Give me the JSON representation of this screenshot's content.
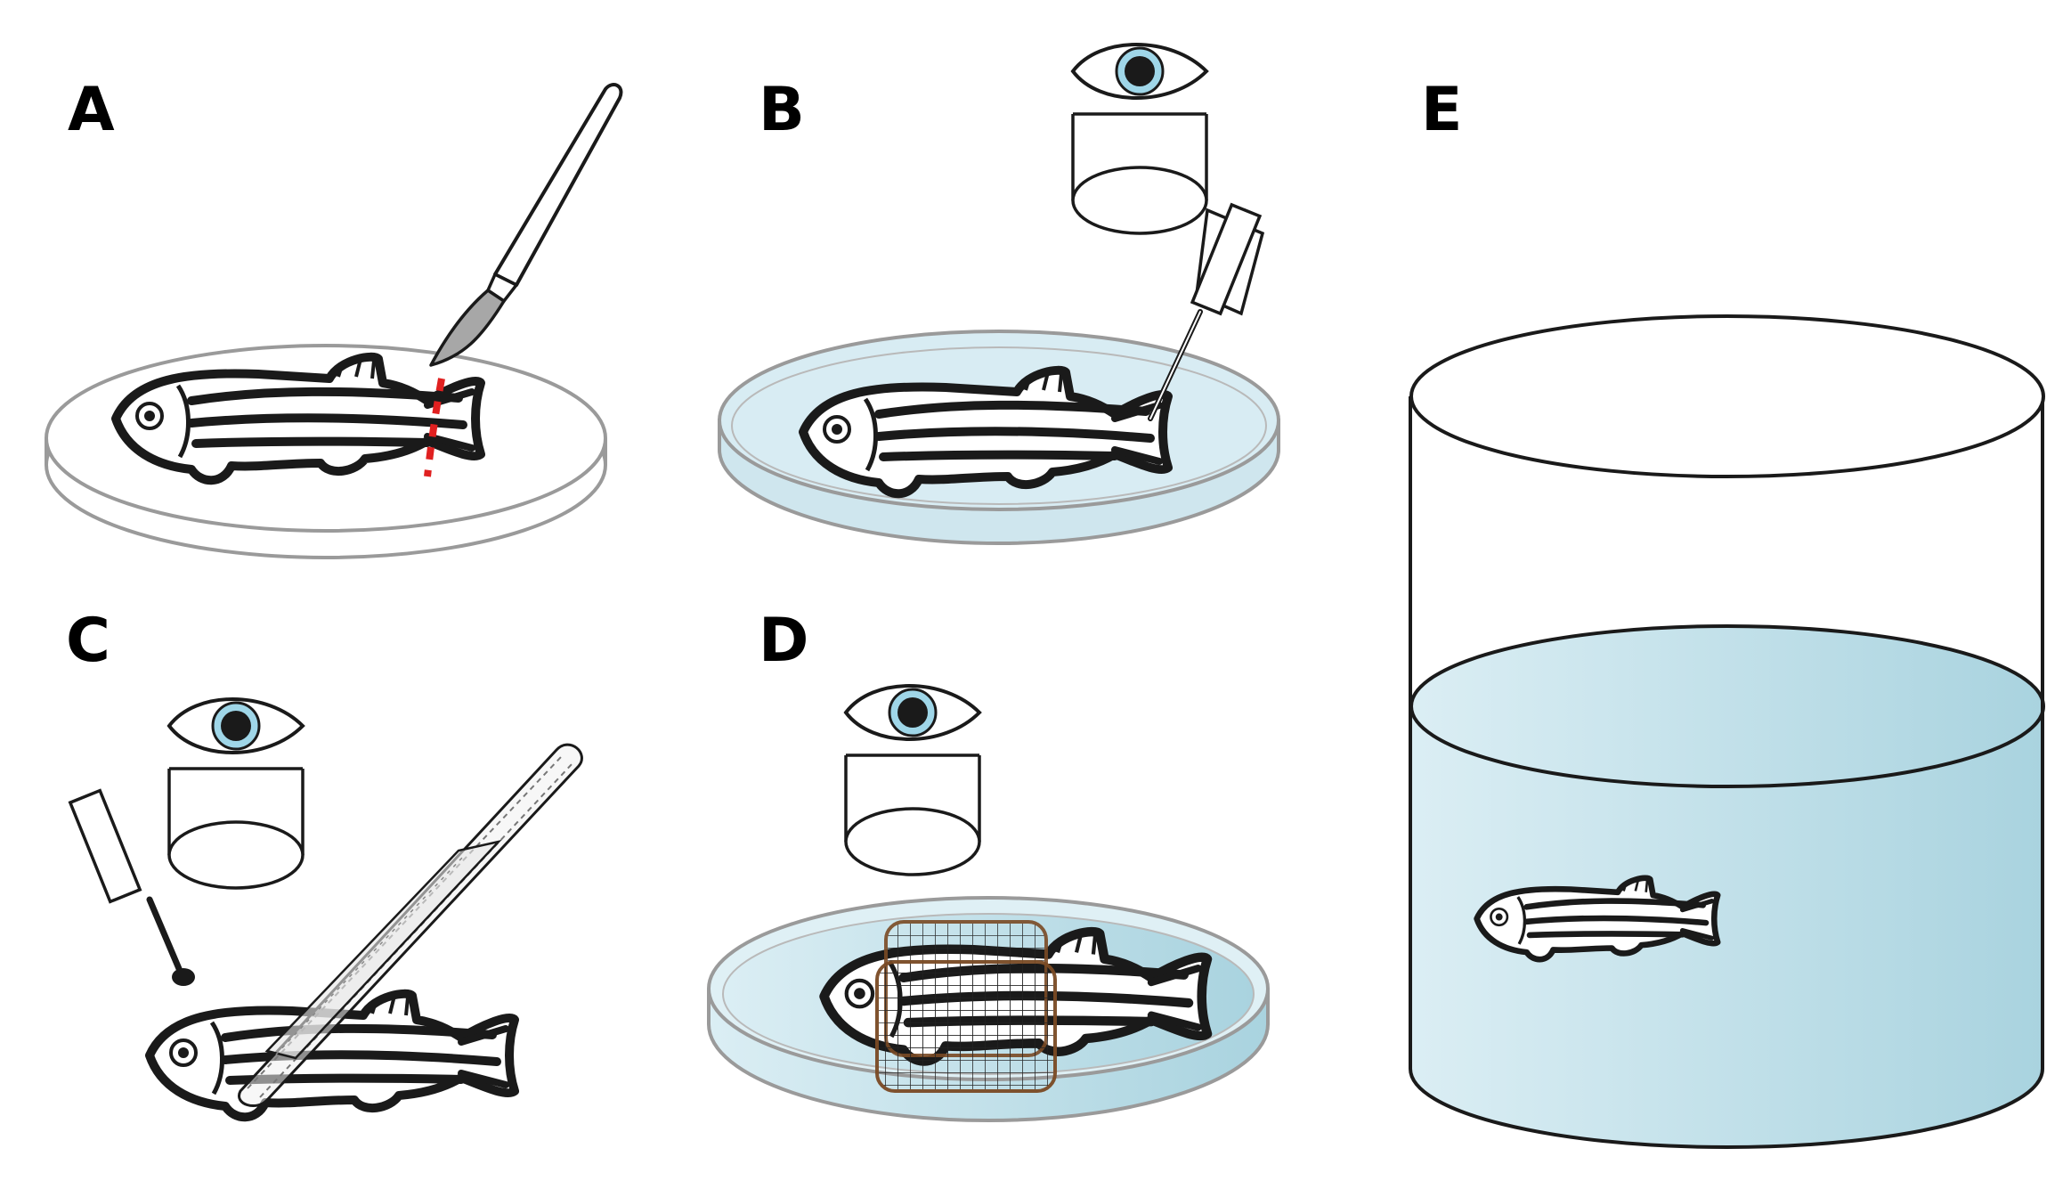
{
  "panels": [
    {
      "label": "A"
    },
    {
      "label": "B"
    },
    {
      "label": "C"
    },
    {
      "label": "D"
    },
    {
      "label": "E"
    }
  ],
  "colors": {
    "water": "#cfe6ee",
    "water_dark": "#a9d3df",
    "dish_rim": "#9a9a9a",
    "cut_line": "#e02020",
    "mesh": "#7a4a24",
    "iris": "#9fd6e8",
    "stroke": "#1a1a1a"
  },
  "icons": [
    "zebrafish-icon",
    "scalpel-icon",
    "petri-dish-icon",
    "microscope-eye-icon",
    "forceps-icon",
    "probe-icon",
    "mesh-icon",
    "tank-icon"
  ]
}
